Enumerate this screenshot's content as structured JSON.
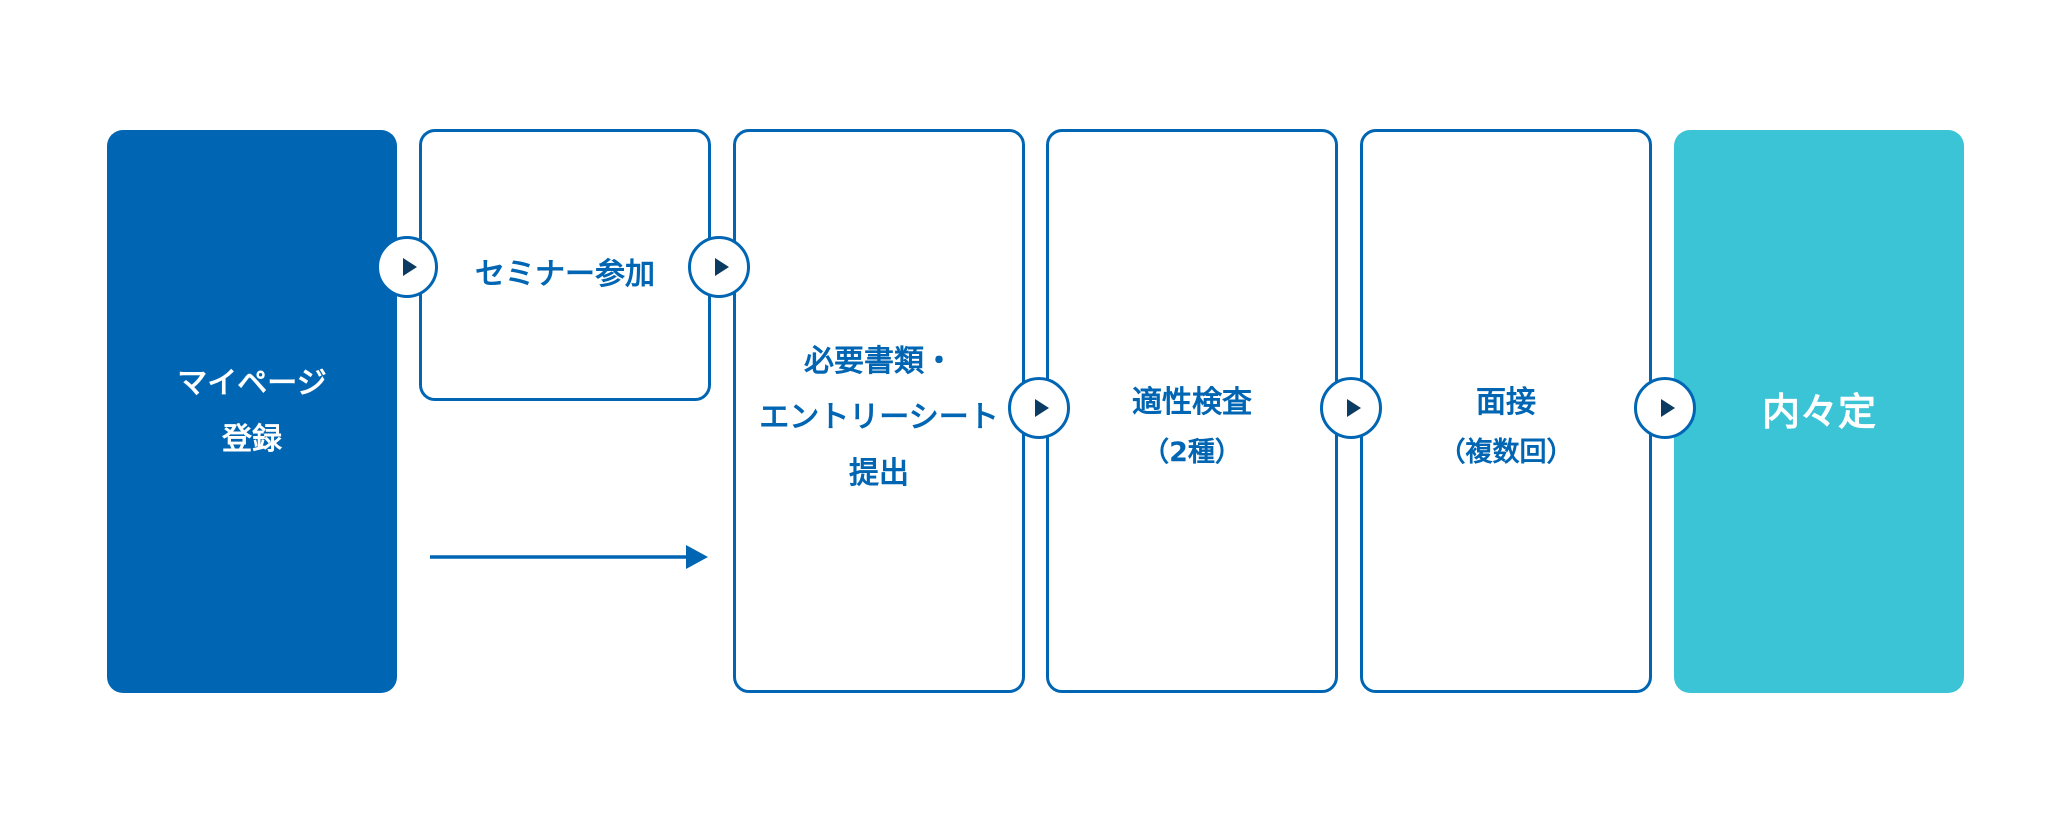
{
  "steps": [
    {
      "lines": [
        "マイページ",
        "登録"
      ]
    },
    {
      "lines": [
        "セミナー参加"
      ]
    },
    {
      "lines": [
        "必要書類・",
        "エントリーシート",
        "提出"
      ]
    },
    {
      "lines": [
        "適性検査",
        "（2種）"
      ]
    },
    {
      "lines": [
        "面接",
        "（複数回）"
      ]
    },
    {
      "lines": [
        "内々定"
      ]
    }
  ],
  "colors": {
    "primary_blue": "#0066b3",
    "teal": "#3bc3d6",
    "arrow_dark": "#0b3a63",
    "background": "#ffffff"
  }
}
